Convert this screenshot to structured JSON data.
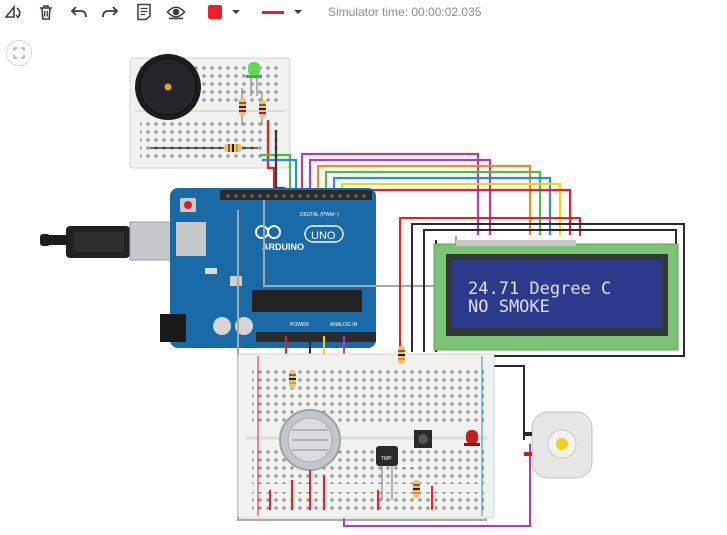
{
  "toolbar": {
    "tools": [
      {
        "name": "rotate-icon"
      },
      {
        "name": "trash-icon"
      },
      {
        "name": "undo-icon"
      },
      {
        "name": "redo-icon"
      },
      {
        "name": "notes-icon"
      },
      {
        "name": "eye-icon"
      }
    ],
    "fill_color": "#e8202a",
    "line_color": "#e8202a",
    "simulator_time_label": "Simulator time: 00:00:02.035"
  },
  "lcd": {
    "line1": "24.71 Degree C",
    "line2": "NO SMOKE",
    "backlight_color": "#2d3a8c",
    "board_color": "#7cc475"
  },
  "arduino": {
    "brand": "ARDUINO",
    "model": "UNO",
    "digital_label": "DIGITAL (PWM~)",
    "power_label": "POWER",
    "analog_label": "ANALOG IN"
  },
  "components": {
    "temp_sensor_label": "TMP"
  }
}
